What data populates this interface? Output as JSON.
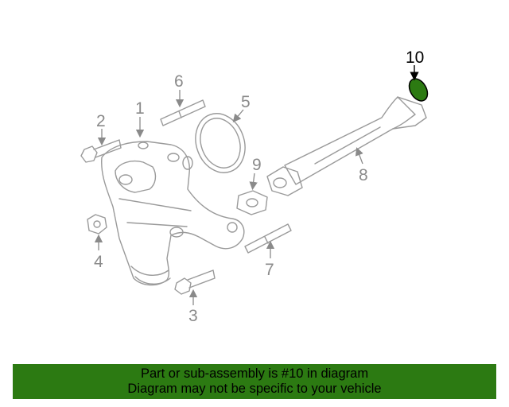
{
  "callouts": {
    "c1": "1",
    "c2": "2",
    "c3": "3",
    "c4": "4",
    "c5": "5",
    "c6": "6",
    "c7": "7",
    "c8": "8",
    "c9": "9",
    "c10": "10"
  },
  "highlight_color": "#2c7a12",
  "banner": {
    "line1": "Part or sub-assembly is #10 in diagram",
    "line2": "Diagram may not be specific to your vehicle"
  }
}
